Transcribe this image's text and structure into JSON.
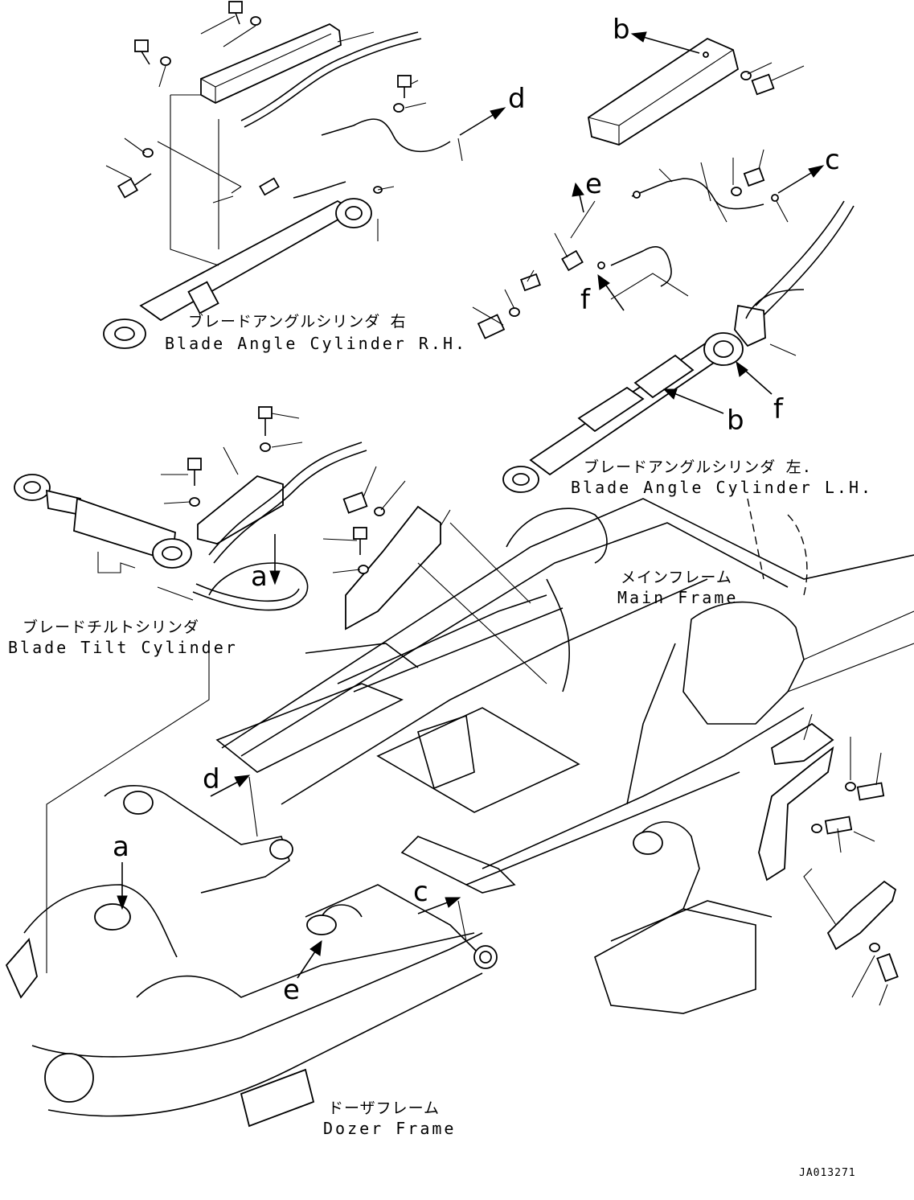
{
  "labels": {
    "blade_angle_rh": {
      "jp": "ブレードアングルシリンダ 右",
      "en": "Blade Angle Cylinder R.H."
    },
    "blade_angle_lh": {
      "jp": "ブレードアングルシリンダ 左.",
      "en": "Blade Angle Cylinder L.H."
    },
    "blade_tilt": {
      "jp": "ブレードチルトシリンダ",
      "en": "Blade Tilt Cylinder"
    },
    "main_frame": {
      "jp": "メインフレーム",
      "en": "Main Frame"
    },
    "dozer_frame": {
      "jp": "ドーザフレーム",
      "en": "Dozer Frame"
    }
  },
  "reference_letters": {
    "a_upper": "a",
    "a_lower": "a",
    "b_upper": "b",
    "b_lower": "b",
    "c_upper": "c",
    "c_lower": "c",
    "d_upper": "d",
    "d_lower": "d",
    "e_upper": "e",
    "e_lower": "e",
    "f_upper": "f",
    "f_lower": "f"
  },
  "drawing_code": "JA013271"
}
